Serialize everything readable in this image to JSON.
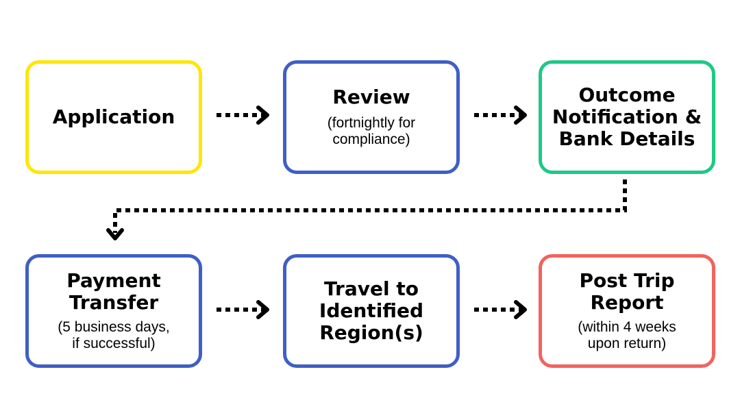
{
  "steps": [
    {
      "id": "application",
      "title": "Application",
      "note": "",
      "color": "#FFE600"
    },
    {
      "id": "review",
      "title": "Review",
      "note": "(fortnightly for\ncompliance)",
      "color": "#3E5FC4"
    },
    {
      "id": "outcome",
      "title": "Outcome\nNotification &\nBank Details",
      "note": "",
      "color": "#1DC985"
    },
    {
      "id": "payment",
      "title": "Payment\nTransfer",
      "note": "(5 business days,\nif successful)",
      "color": "#3E5FC4"
    },
    {
      "id": "travel",
      "title": "Travel to\nIdentified\nRegion(s)",
      "note": "",
      "color": "#3E5FC4"
    },
    {
      "id": "report",
      "title": "Post Trip\nReport",
      "note": "(within 4 weeks\nupon return)",
      "color": "#F2635E"
    }
  ],
  "connector_color": "#000000"
}
